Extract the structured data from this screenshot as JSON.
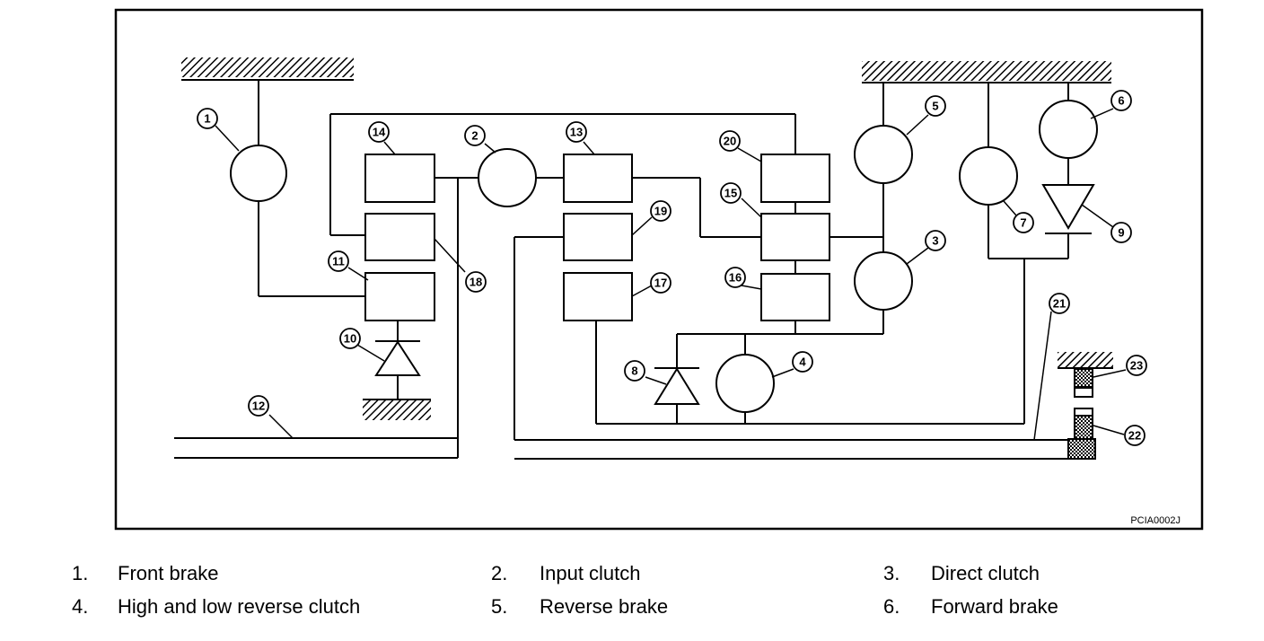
{
  "diagram": {
    "code": "PCIA0002J",
    "callouts": [
      "1",
      "2",
      "3",
      "4",
      "5",
      "6",
      "7",
      "8",
      "9",
      "10",
      "11",
      "12",
      "13",
      "14",
      "15",
      "16",
      "17",
      "18",
      "19",
      "20",
      "21",
      "22",
      "23"
    ]
  },
  "legend": [
    {
      "num": "1.",
      "text": "Front brake"
    },
    {
      "num": "2.",
      "text": "Input clutch"
    },
    {
      "num": "3.",
      "text": "Direct clutch"
    },
    {
      "num": "4.",
      "text": "High and low reverse clutch"
    },
    {
      "num": "5.",
      "text": "Reverse brake"
    },
    {
      "num": "6.",
      "text": "Forward brake"
    }
  ]
}
